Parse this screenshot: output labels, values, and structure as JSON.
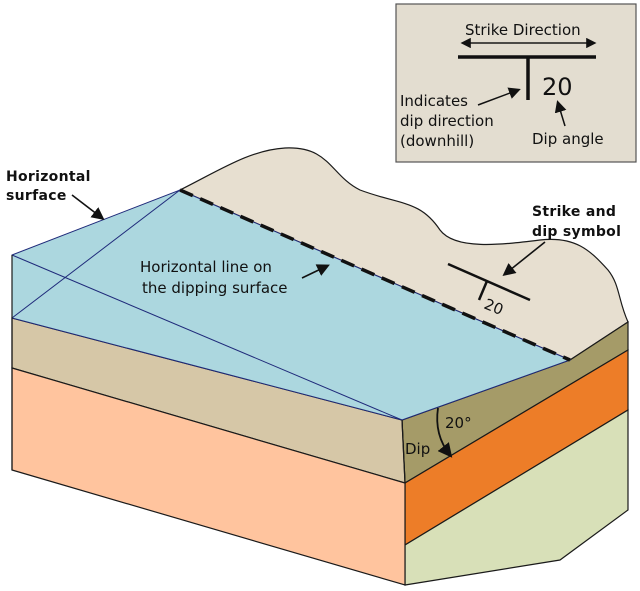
{
  "colors": {
    "background": "#ffffff",
    "ground_surface": "#e7dfd0",
    "water_top": "#acd7df",
    "water_front": "#acd7df",
    "layer_tan_front": "#d6c7a7",
    "layer_tan_side": "#a59b68",
    "layer_peach_front": "#ffc49e",
    "layer_orange_side": "#ed7d28",
    "layer_green_side": "#d8e0b8",
    "outline": "#1a1a1a",
    "edge_blue": "#1f2a7a",
    "legend_box": "#e3ddd0"
  },
  "labels": {
    "horizontal_surface": [
      "Horizontal",
      "surface"
    ],
    "horizontal_line": [
      "Horizontal line on",
      "the dipping surface"
    ],
    "strike_and_dip_symbol": [
      "Strike and",
      "dip symbol"
    ],
    "symbol_value": "20",
    "dip_word": "Dip",
    "dip_angle_value": "20°"
  },
  "legend": {
    "strike_direction": "Strike Direction",
    "dip_value": "20",
    "indicates": [
      "Indicates",
      "dip direction",
      "(downhill)"
    ],
    "dip_angle": "Dip angle"
  }
}
